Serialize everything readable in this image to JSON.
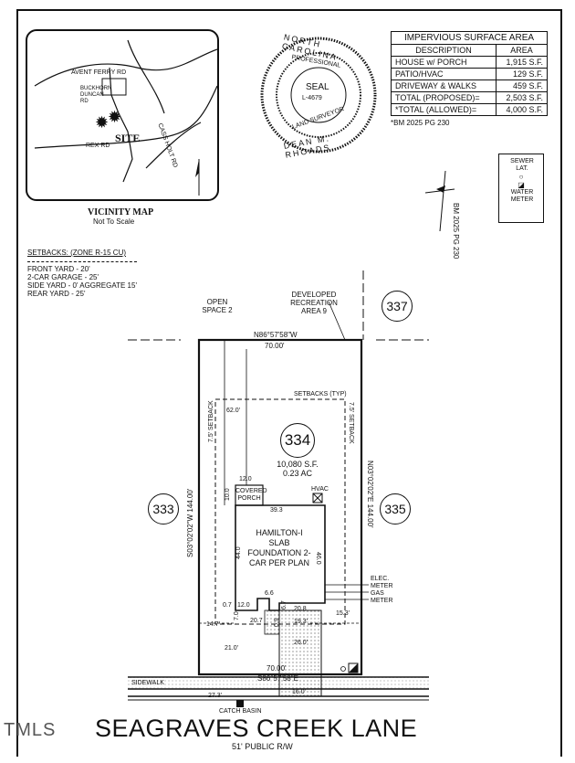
{
  "impervious": {
    "title": "IMPERVIOUS SURFACE AREA",
    "headers": [
      "DESCRIPTION",
      "AREA"
    ],
    "rows": [
      [
        "HOUSE w/ PORCH",
        "1,915 S.F."
      ],
      [
        "PATIO/HVAC",
        "129 S.F."
      ],
      [
        "DRIVEWAY & WALKS",
        "459 S.F."
      ],
      [
        "TOTAL (PROPOSED)=",
        "2,503 S.F."
      ],
      [
        "*TOTAL (ALLOWED)=",
        "4,000 S.F."
      ]
    ],
    "footnote": "*BM 2025 PG 230"
  },
  "seal": {
    "outer_top": "NORTH CAROLINA",
    "inner_top": "PROFESSIONAL",
    "center": "SEAL",
    "number": "L-4679",
    "inner_bottom": "LAND SURVEYOR",
    "outer_bottom": "DEAN M. RHOADS"
  },
  "vicinity": {
    "title": "VICINITY MAP",
    "subtitle": "Not To Scale",
    "roads": [
      "AVENT FERRY RD",
      "BUCKHORN DUNCAN RD",
      "REX RD",
      "CASS HOLT RD"
    ],
    "site_label": "SITE"
  },
  "legend": {
    "sewer": "SEWER LAT.",
    "water": "WATER METER"
  },
  "bm_label": "BM 2025 PG 230",
  "setbacks": {
    "title": "SETBACKS: (ZONE R-15 CU)",
    "lines": [
      "FRONT YARD - 20'",
      "2-CAR GARAGE - 25'",
      "SIDE YARD - 0' AGGREGATE 15'",
      "REAR YARD - 25'"
    ]
  },
  "labels": {
    "open_space": "OPEN SPACE 2",
    "developed_rec": "DEVELOPED RECREATION AREA 9",
    "lot_337": "337",
    "lot_333": "333",
    "lot_335": "335",
    "lot_334": "334",
    "lot_area_sf": "10,080 S.F.",
    "lot_area_ac": "0.23 AC",
    "bearing_top": "N86°57'58\"W",
    "dist_top": "70.00'",
    "bearing_bottom": "S86°57'58\"E",
    "dist_bottom": "70.00'",
    "bearing_left": "S03°02'02\"W  144.00'",
    "bearing_right": "N03°02'02\"E  144.00'",
    "setbacks_typ": "SETBACKS (TYP)",
    "setback_left": "7.5' SETBACK",
    "setback_right": "7.5' SETBACK",
    "dim_62": "62.0'",
    "dim_12": "12.0",
    "dim_10": "10.0",
    "covered_porch": "COVERED PORCH",
    "hvac": "HVAC",
    "dim_393": "39.3",
    "house": "HAMILTON-I SLAB FOUNDATION 2-CAR PER PLAN",
    "dim_44": "44.0",
    "dim_46": "46.0",
    "elec_meter": "ELEC. METER",
    "gas_meter": "GAS METER",
    "dim_66": "6.6",
    "dim_07": "0.7",
    "dim_120b": "12.0",
    "dim_70": "7.0",
    "dim_67": "6.7",
    "dim_09": "0.9",
    "dim_208": "20.8",
    "dim_147": "14.7'",
    "dim_207": "20.7",
    "dim_193": "19.3'",
    "dim_153": "15.3'",
    "dim_210": "21.0'",
    "dim_260": "26.0'",
    "dim_160": "16.0'",
    "dim_273": "27.3'",
    "sidewalk": "SIDEWALK",
    "catch_basin": "CATCH BASIN",
    "street": "SEAGRAVES CREEK LANE",
    "row": "51' PUBLIC R/W",
    "watermark": "TMLS"
  }
}
